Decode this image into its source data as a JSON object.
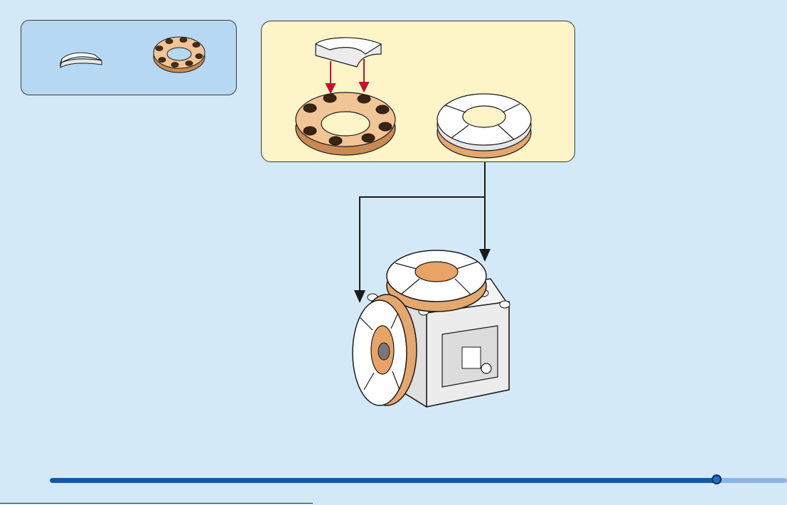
{
  "page": {
    "background": "#d3e9f7"
  },
  "parts_panel": {
    "items": [
      "curved-tile-white",
      "round-plate-8-studs-trans-orange"
    ],
    "color": "#b7d8f2"
  },
  "subassembly_panel": {
    "color": "#fdf4c8"
  },
  "colors": {
    "arrow_red": "#c8102e",
    "outline": "#1a1a1a",
    "tile_white": "#ffffff",
    "trans_orange": "#e8a366",
    "stud_brown": "#3b2410"
  },
  "progress": {
    "fraction": 0.905,
    "track_color": "#8fb3e6",
    "fill_color": "#0f5ba8"
  }
}
